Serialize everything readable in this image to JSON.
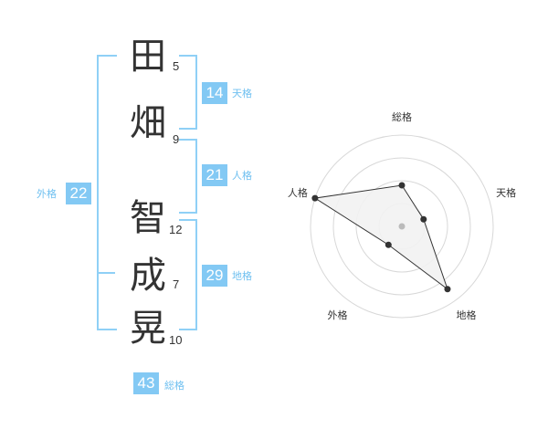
{
  "name": {
    "characters": [
      {
        "char": "田",
        "strokes": "5"
      },
      {
        "char": "畑",
        "strokes": "9"
      },
      {
        "char": "智",
        "strokes": "12"
      },
      {
        "char": "成",
        "strokes": "7"
      },
      {
        "char": "晃",
        "strokes": "10"
      }
    ]
  },
  "fortunes": {
    "tenkaku": {
      "value": "14",
      "label": "天格"
    },
    "jinkaku": {
      "value": "21",
      "label": "人格"
    },
    "chikaku": {
      "value": "29",
      "label": "地格"
    },
    "gaikaku": {
      "value": "22",
      "label": "外格"
    },
    "soukaku": {
      "value": "43",
      "label": "総格"
    }
  },
  "chart_data": {
    "type": "radar",
    "axes": [
      "総格",
      "天格",
      "地格",
      "外格",
      "人格"
    ],
    "values": [
      0.45,
      0.25,
      0.85,
      0.25,
      1.0
    ],
    "range": [
      0,
      1
    ],
    "rings": 4,
    "colors": {
      "fill": "#f2f2f2",
      "line": "#333333",
      "ring": "#d8d8d8",
      "point": "#333333",
      "center": "#bbbbbb"
    }
  }
}
